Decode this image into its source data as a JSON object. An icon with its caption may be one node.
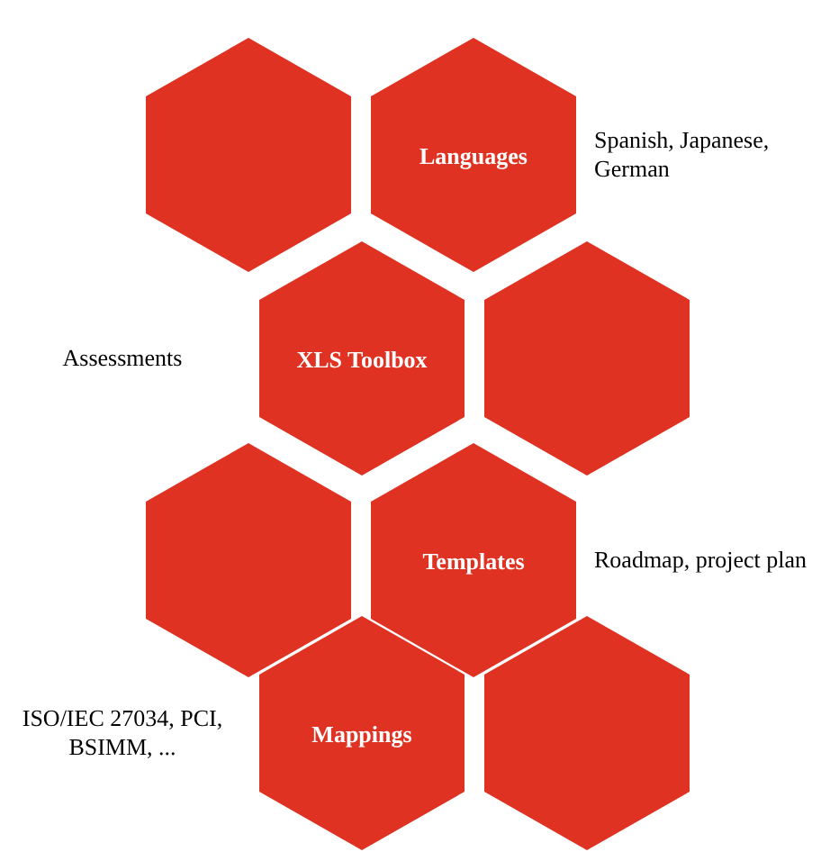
{
  "diagram": {
    "nodes": [
      {
        "text": [],
        "shape": "hexagon"
      },
      {
        "text": [
          "Languages"
        ],
        "beside": [
          "Spanish, Japanese, German"
        ]
      },
      {
        "text": [
          "XLS Toolbox"
        ],
        "beside": [
          "Assessments"
        ]
      },
      {
        "text": [],
        "shape": "hexagon"
      },
      {
        "text": [],
        "shape": "hexagon"
      },
      {
        "text": [
          "Templates"
        ],
        "beside": [
          "Roadmap, project plan"
        ]
      },
      {
        "text": [
          "Mappings"
        ],
        "beside": [
          "ISO/IEC 27034, PCI, BSIMM, ..."
        ]
      },
      {
        "text": [],
        "shape": "hexagon"
      }
    ]
  }
}
